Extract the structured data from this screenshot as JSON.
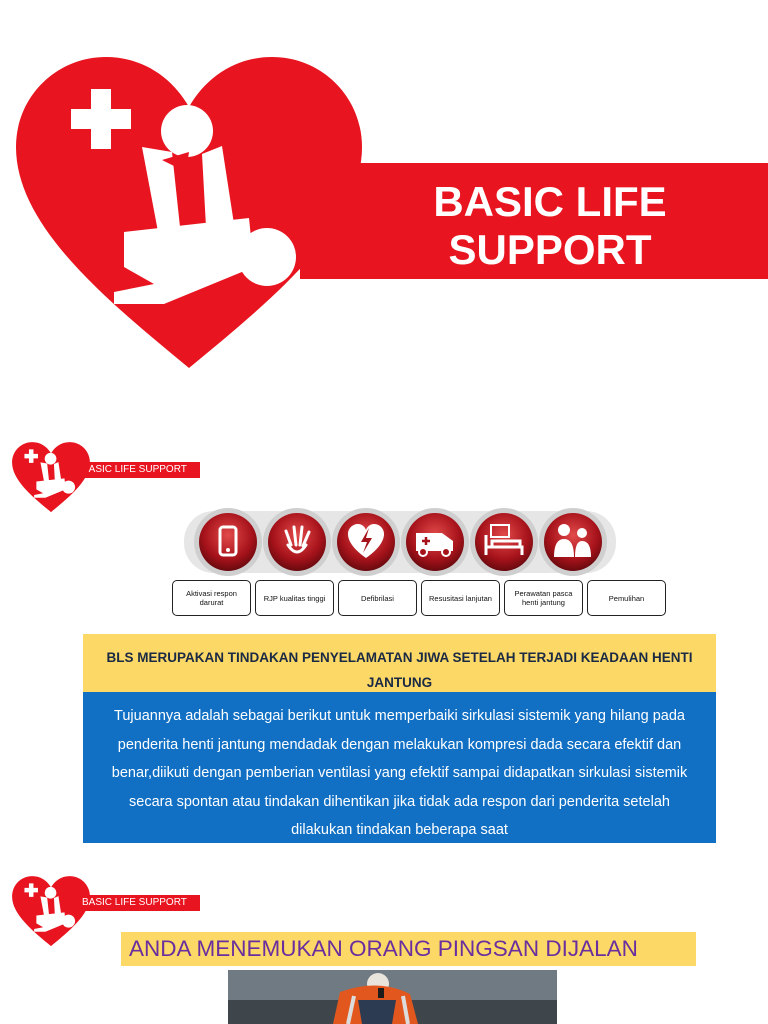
{
  "header": {
    "title_line1": "BASIC  LIFE",
    "title_line2": "SUPPORT"
  },
  "section1": {
    "band_label": "BASIC LIFE SUPPORT",
    "steps": [
      {
        "icon": "phone-icon",
        "label": "Aktivasi respon darurat"
      },
      {
        "icon": "hands-icon",
        "label": "RJP kualitas tinggi"
      },
      {
        "icon": "heart-bolt-icon",
        "label": "Defibrilasi"
      },
      {
        "icon": "ambulance-icon",
        "label": "Resusitasi lanjutan"
      },
      {
        "icon": "hospital-bed-icon",
        "label": "Perawatan pasca henti jantung"
      },
      {
        "icon": "people-icon",
        "label": "Pemulihan"
      }
    ],
    "headline": "BLS MERUPAKAN TINDAKAN PENYELAMATAN JIWA SETELAH TERJADI KEADAAN HENTI JANTUNG",
    "body": "Tujuannya adalah sebagai berikut untuk memperbaiki sirkulasi sistemik yang hilang pada penderita henti jantung mendadak dengan melakukan kompresi dada secara efektif dan benar,diikuti dengan pemberian ventilasi yang efektif sampai didapatkan sirkulasi sistemik secara spontan atau tindakan dihentikan jika tidak ada respon dari penderita setelah dilakukan tindakan beberapa saat"
  },
  "section2": {
    "band_label": "BASIC LIFE SUPPORT",
    "question": "ANDA MENEMUKAN ORANG PINGSAN DIJALAN"
  },
  "colors": {
    "brand_red": "#e8141f",
    "highlight_yellow": "#fcd866",
    "info_blue": "#1170c4",
    "question_purple": "#6a2f9e"
  }
}
